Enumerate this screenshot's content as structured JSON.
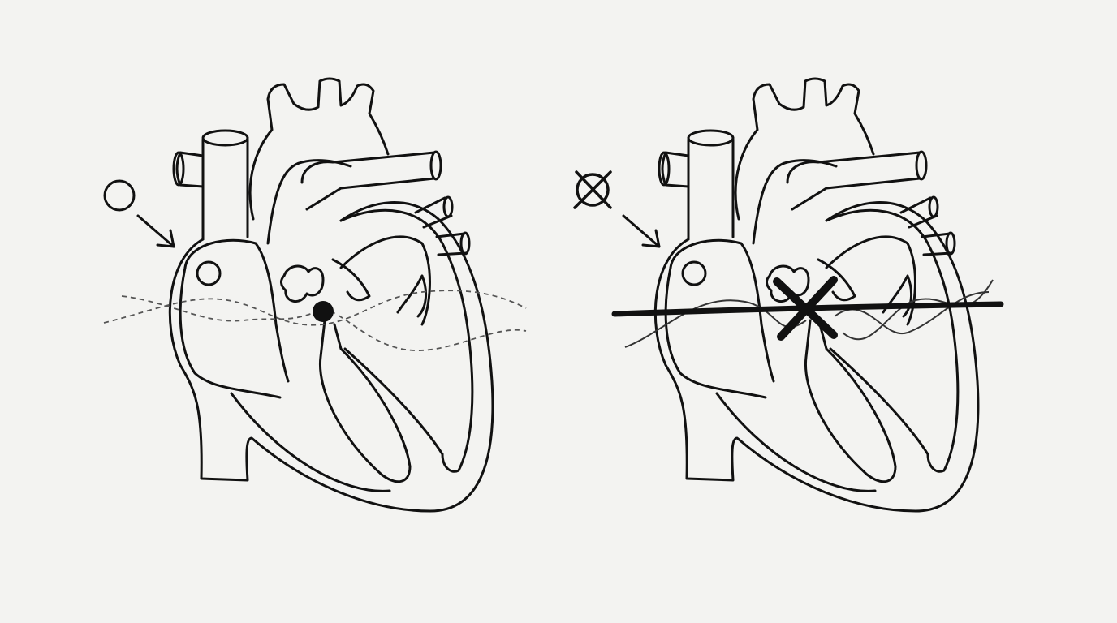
{
  "colors": {
    "paper": "#f3f3f1",
    "ink": "#111111",
    "dashed_wave": "#555555",
    "signal_wave": "#333333"
  },
  "panels": [
    {
      "id": "normal",
      "node_marker": "open-circle-icon",
      "conduction": "dashed-waves-through-node",
      "block_mark": "none"
    },
    {
      "id": "blocked",
      "node_marker": "circle-with-x-icon",
      "conduction": "waves-blocked-by-bar",
      "block_mark": "large-x-icon"
    }
  ]
}
